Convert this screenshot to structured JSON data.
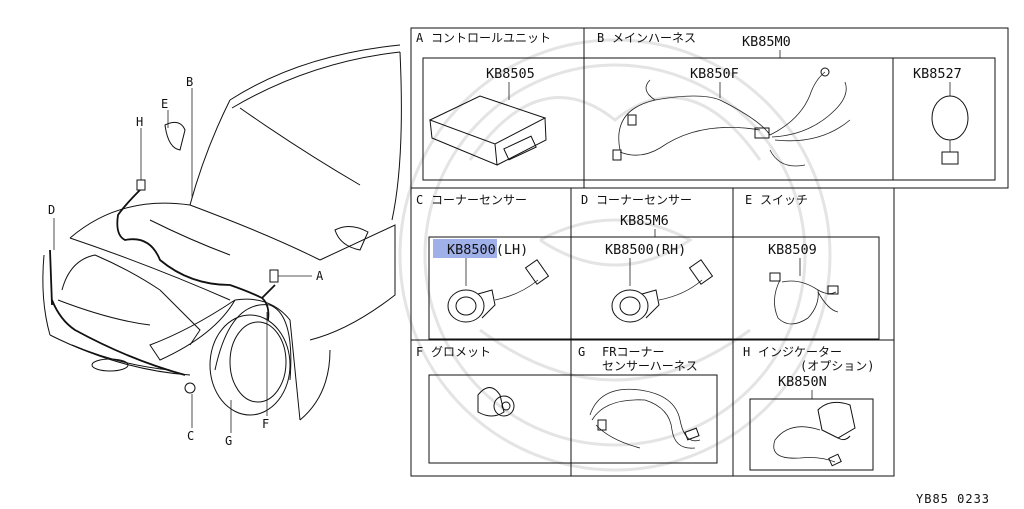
{
  "figure_code": "YB85 0233",
  "car_callouts": {
    "A": "A",
    "B": "B",
    "C": "C",
    "D": "D",
    "E": "E",
    "F": "F",
    "G": "G",
    "H": "H"
  },
  "panels": {
    "A": {
      "letter": "A",
      "title": "コントロールユニット",
      "part_no": "KB8505"
    },
    "B": {
      "letter": "B",
      "title": "メインハーネス",
      "group_no": "KB85M0",
      "part_no": "KB850F",
      "sub_part_no": "KB8527"
    },
    "C": {
      "letter": "C",
      "title": "コーナーセンサー",
      "part_no": "KB8500(LH)"
    },
    "D": {
      "letter": "D",
      "title": "コーナーセンサー",
      "group_no": "KB85M6",
      "part_no": "KB8500(RH)"
    },
    "E": {
      "letter": "E",
      "title": "スイッチ",
      "part_no": "KB8509"
    },
    "F": {
      "letter": "F",
      "title": "グロメット"
    },
    "G": {
      "letter": "G",
      "title_line1": "FRコーナー",
      "title_line2": "センサーハーネス"
    },
    "H": {
      "letter": "H",
      "title_line1": "インジケーター",
      "title_line2": "(オプション)",
      "part_no": "KB850N"
    }
  },
  "highlight_color": "#8fa3e6"
}
